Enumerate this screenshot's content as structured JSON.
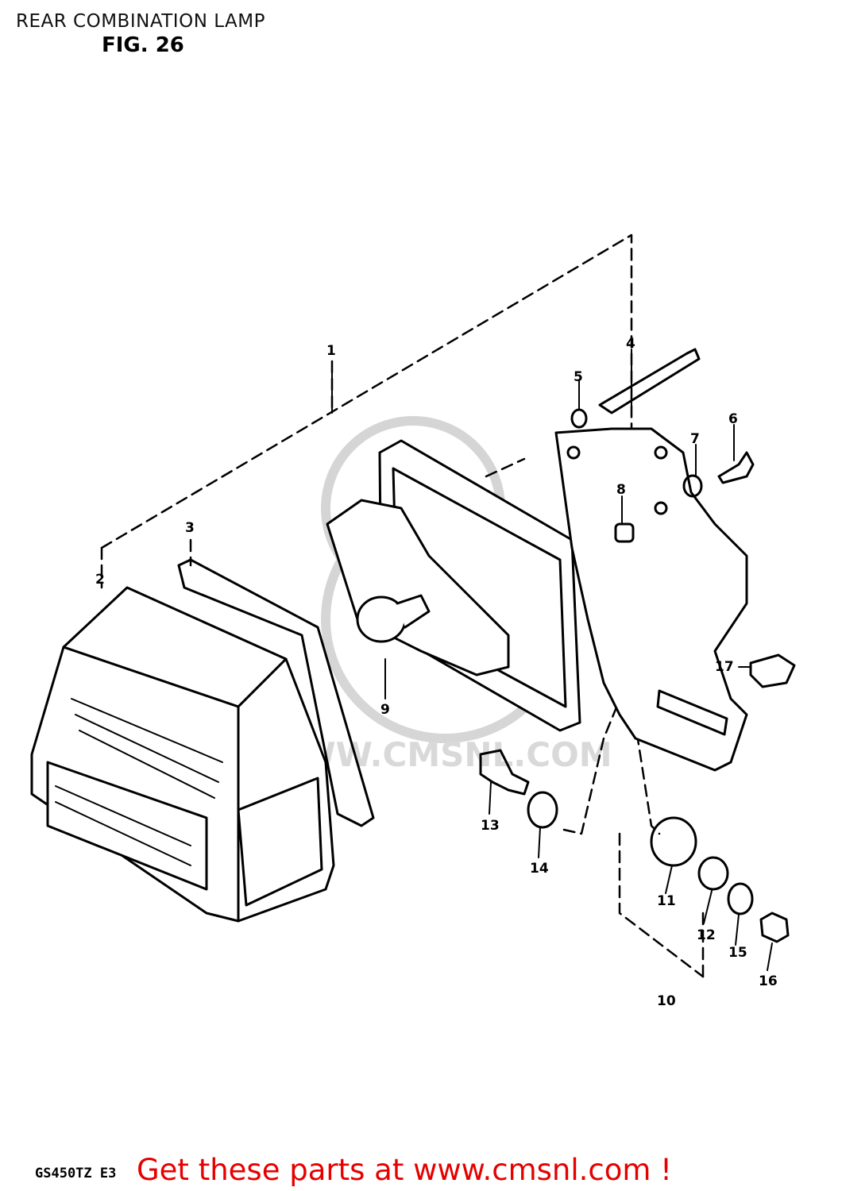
{
  "header": {
    "title": "REAR COMBINATION LAMP",
    "figure": "FIG. 26"
  },
  "callouts": [
    "1",
    "2",
    "3",
    "4",
    "5",
    "6",
    "7",
    "8",
    "9",
    "10",
    "11",
    "12",
    "13",
    "14",
    "15",
    "16",
    "17"
  ],
  "watermark": "WWW.CMSNL.COM",
  "footer": {
    "model": "GS450TZ E3",
    "link_text": "Get these parts at www.cmsnl.com !"
  },
  "colors": {
    "link": "#e60000",
    "line": "#000000",
    "watermark": "#d9d9d9"
  }
}
